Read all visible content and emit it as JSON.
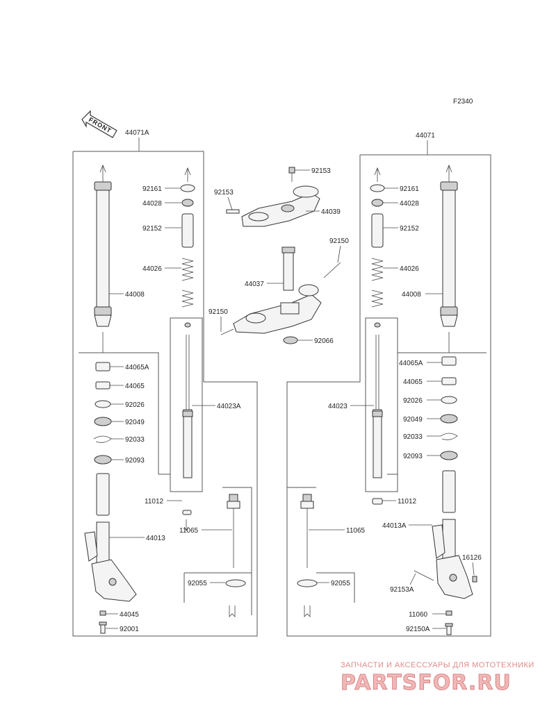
{
  "diagram": {
    "code": "F2340",
    "front_label": "FRONT",
    "assemblies": {
      "left": "44071A",
      "right": "44071"
    },
    "left_labels": {
      "p92161": "92161",
      "p44028": "44028",
      "p92152": "92152",
      "p44026": "44026",
      "p44008": "44008",
      "p44065A": "44065A",
      "p44065": "44065",
      "p92026": "92026",
      "p92049": "92049",
      "p92033": "92033",
      "p92093": "92093",
      "p44023A": "44023A",
      "p11012": "11012",
      "p11065": "11065",
      "p44013": "44013",
      "p92055": "92055",
      "p44045": "44045",
      "p92001": "92001"
    },
    "center_labels": {
      "p92153a": "92153",
      "p92153b": "92153",
      "p44039": "44039",
      "p92150a": "92150",
      "p44037": "44037",
      "p92150b": "92150",
      "p92066": "92066"
    },
    "right_labels": {
      "p92161": "92161",
      "p44028": "44028",
      "p92152": "92152",
      "p44026": "44026",
      "p44008": "44008",
      "p44065A": "44065A",
      "p44065": "44065",
      "p92026": "92026",
      "p92049": "92049",
      "p92033": "92033",
      "p92093": "92093",
      "p44023": "44023",
      "p11012": "11012",
      "p11065": "11065",
      "p44013A": "44013A",
      "p16126": "16126",
      "p92153A": "92153A",
      "p92055": "92055",
      "p11060": "11060",
      "p92150A": "92150A"
    }
  },
  "watermark": {
    "tagline": "ЗАПЧАСТИ И АКСЕССУАРЫ ДЛЯ МОТОТЕХНИКИ",
    "brand": "PARTSFOR.RU"
  }
}
